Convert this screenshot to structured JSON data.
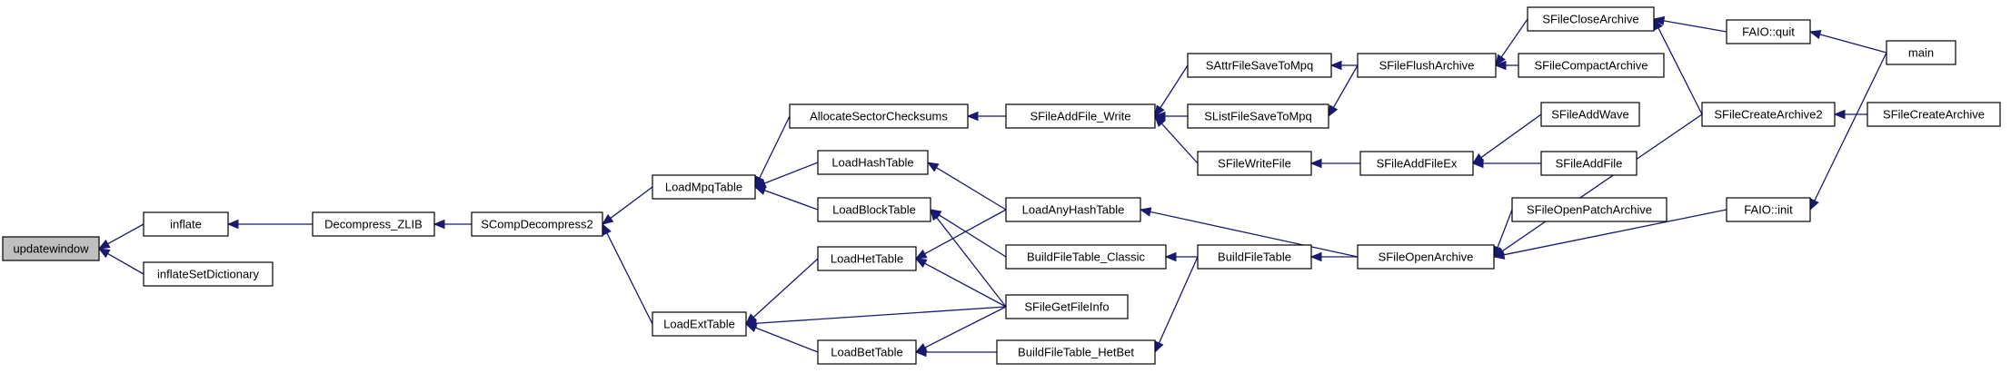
{
  "colors": {
    "edge": "#191970",
    "highlight_fill": "#bfbfbf",
    "node_fill": "#ffffff",
    "node_border": "#000000"
  },
  "nodes": [
    {
      "id": "updatewindow",
      "label": "updatewindow",
      "highlight": true
    },
    {
      "id": "inflate",
      "label": "inflate"
    },
    {
      "id": "inflateSetDictionary",
      "label": "inflateSetDictionary"
    },
    {
      "id": "Decompress_ZLIB",
      "label": "Decompress_ZLIB"
    },
    {
      "id": "SCompDecompress2",
      "label": "SCompDecompress2"
    },
    {
      "id": "LoadMpqTable",
      "label": "LoadMpqTable"
    },
    {
      "id": "LoadExtTable",
      "label": "LoadExtTable"
    },
    {
      "id": "AllocateSectorChecksums",
      "label": "AllocateSectorChecksums"
    },
    {
      "id": "LoadHashTable",
      "label": "LoadHashTable"
    },
    {
      "id": "LoadBlockTable",
      "label": "LoadBlockTable"
    },
    {
      "id": "LoadHetTable",
      "label": "LoadHetTable"
    },
    {
      "id": "LoadBetTable",
      "label": "LoadBetTable"
    },
    {
      "id": "SFileAddFile_Write",
      "label": "SFileAddFile_Write"
    },
    {
      "id": "LoadAnyHashTable",
      "label": "LoadAnyHashTable"
    },
    {
      "id": "BuildFileTable_Classic",
      "label": "BuildFileTable_Classic"
    },
    {
      "id": "SFileGetFileInfo",
      "label": "SFileGetFileInfo"
    },
    {
      "id": "BuildFileTable_HetBet",
      "label": "BuildFileTable_HetBet"
    },
    {
      "id": "SAttrFileSaveToMpq",
      "label": "SAttrFileSaveToMpq"
    },
    {
      "id": "SListFileSaveToMpq",
      "label": "SListFileSaveToMpq"
    },
    {
      "id": "SFileWriteFile",
      "label": "SFileWriteFile"
    },
    {
      "id": "BuildFileTable",
      "label": "BuildFileTable"
    },
    {
      "id": "SFileFlushArchive",
      "label": "SFileFlushArchive"
    },
    {
      "id": "SFileAddFileEx",
      "label": "SFileAddFileEx"
    },
    {
      "id": "SFileOpenArchive",
      "label": "SFileOpenArchive"
    },
    {
      "id": "SFileCloseArchive",
      "label": "SFileCloseArchive"
    },
    {
      "id": "SFileCompactArchive",
      "label": "SFileCompactArchive"
    },
    {
      "id": "SFileAddWave",
      "label": "SFileAddWave"
    },
    {
      "id": "SFileAddFile",
      "label": "SFileAddFile"
    },
    {
      "id": "SFileOpenPatchArchive",
      "label": "SFileOpenPatchArchive"
    },
    {
      "id": "FAIO_quit",
      "label": "FAIO::quit"
    },
    {
      "id": "SFileCreateArchive2",
      "label": "SFileCreateArchive2"
    },
    {
      "id": "FAIO_init",
      "label": "FAIO::init"
    },
    {
      "id": "main",
      "label": "main"
    },
    {
      "id": "SFileCreateArchive",
      "label": "SFileCreateArchive"
    }
  ],
  "edges": [
    {
      "from": "inflate",
      "to": "updatewindow"
    },
    {
      "from": "inflateSetDictionary",
      "to": "updatewindow"
    },
    {
      "from": "Decompress_ZLIB",
      "to": "inflate"
    },
    {
      "from": "SCompDecompress2",
      "to": "Decompress_ZLIB"
    },
    {
      "from": "LoadMpqTable",
      "to": "SCompDecompress2"
    },
    {
      "from": "LoadExtTable",
      "to": "SCompDecompress2"
    },
    {
      "from": "AllocateSectorChecksums",
      "to": "LoadMpqTable"
    },
    {
      "from": "LoadHashTable",
      "to": "LoadMpqTable"
    },
    {
      "from": "LoadBlockTable",
      "to": "LoadMpqTable"
    },
    {
      "from": "LoadHetTable",
      "to": "LoadExtTable"
    },
    {
      "from": "SFileGetFileInfo",
      "to": "LoadExtTable"
    },
    {
      "from": "LoadBetTable",
      "to": "LoadExtTable"
    },
    {
      "from": "SFileAddFile_Write",
      "to": "AllocateSectorChecksums"
    },
    {
      "from": "LoadAnyHashTable",
      "to": "LoadHashTable"
    },
    {
      "from": "BuildFileTable_Classic",
      "to": "LoadBlockTable"
    },
    {
      "from": "SFileGetFileInfo",
      "to": "LoadBlockTable"
    },
    {
      "from": "LoadAnyHashTable",
      "to": "LoadHetTable"
    },
    {
      "from": "SFileGetFileInfo",
      "to": "LoadHetTable"
    },
    {
      "from": "SFileGetFileInfo",
      "to": "LoadBetTable"
    },
    {
      "from": "BuildFileTable_HetBet",
      "to": "LoadBetTable"
    },
    {
      "from": "SAttrFileSaveToMpq",
      "to": "SFileAddFile_Write"
    },
    {
      "from": "SListFileSaveToMpq",
      "to": "SFileAddFile_Write"
    },
    {
      "from": "SFileWriteFile",
      "to": "SFileAddFile_Write"
    },
    {
      "from": "SFileOpenArchive",
      "to": "LoadAnyHashTable"
    },
    {
      "from": "BuildFileTable",
      "to": "BuildFileTable_Classic"
    },
    {
      "from": "BuildFileTable",
      "to": "BuildFileTable_HetBet"
    },
    {
      "from": "SFileFlushArchive",
      "to": "SAttrFileSaveToMpq"
    },
    {
      "from": "SFileFlushArchive",
      "to": "SListFileSaveToMpq"
    },
    {
      "from": "SFileAddFileEx",
      "to": "SFileWriteFile"
    },
    {
      "from": "SFileOpenArchive",
      "to": "BuildFileTable"
    },
    {
      "from": "SFileCloseArchive",
      "to": "SFileFlushArchive"
    },
    {
      "from": "SFileCompactArchive",
      "to": "SFileFlushArchive"
    },
    {
      "from": "SFileAddWave",
      "to": "SFileAddFileEx"
    },
    {
      "from": "SFileAddFile",
      "to": "SFileAddFileEx"
    },
    {
      "from": "SFileOpenPatchArchive",
      "to": "SFileOpenArchive"
    },
    {
      "from": "SFileCreateArchive2",
      "to": "SFileOpenArchive"
    },
    {
      "from": "FAIO_init",
      "to": "SFileOpenArchive"
    },
    {
      "from": "FAIO_quit",
      "to": "SFileCloseArchive"
    },
    {
      "from": "SFileCreateArchive2",
      "to": "SFileCloseArchive"
    },
    {
      "from": "main",
      "to": "FAIO_quit"
    },
    {
      "from": "SFileCreateArchive",
      "to": "SFileCreateArchive2"
    },
    {
      "from": "main",
      "to": "FAIO_init"
    }
  ]
}
